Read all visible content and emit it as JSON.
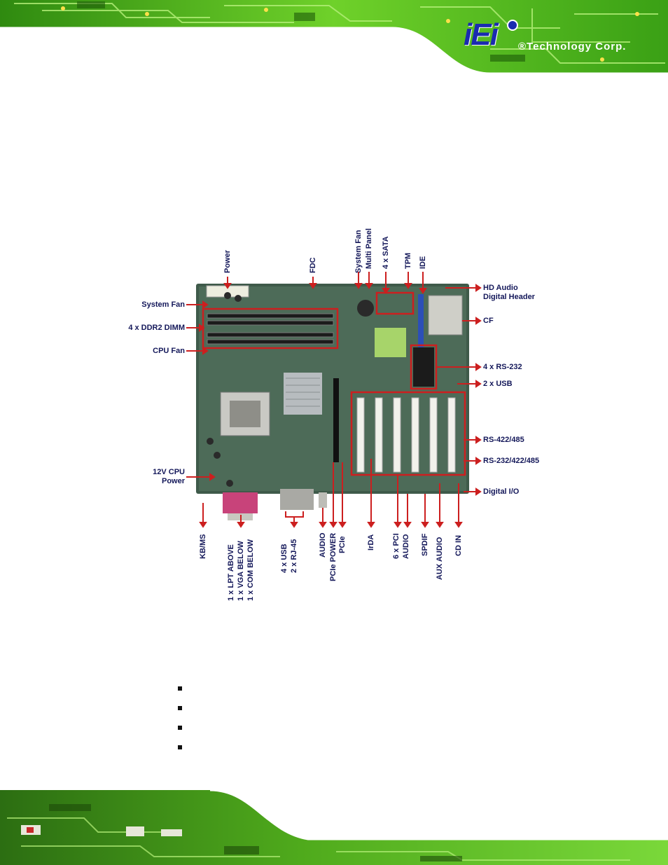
{
  "header": {
    "logo_mark": "iEi",
    "logo_text": "®Technology Corp."
  },
  "figure": {
    "labels_left": {
      "system_fan": "System Fan",
      "ddr2_dimm": "4 x DDR2 DIMM",
      "cpu_fan": "CPU Fan",
      "cpu_power_line1": "12V CPU",
      "cpu_power_line2": "Power"
    },
    "labels_top": {
      "power": "Power",
      "fdc": "FDC",
      "system_fan": "System Fan",
      "multi_panel": "Multi Panel",
      "sata": "4 x SATA",
      "tpm": "TPM",
      "ide": "IDE"
    },
    "labels_right": {
      "hd_audio_line1": "HD Audio",
      "hd_audio_line2": "Digital Header",
      "cf": "CF",
      "rs232": "4 x RS-232",
      "usb2": "2 x USB",
      "rs422": "RS-422/485",
      "rs232_422_485": "RS-232/422/485",
      "digital_io": "Digital I/O"
    },
    "labels_bottom": {
      "kbms": "KB/MS",
      "lpt": "1 x LPT ABOVE",
      "vga": "1 x VGA BELOW",
      "com": "1 x COM BELOW",
      "usb4": "4 x USB",
      "rj45": "2 x RJ-45",
      "audio": "AUDIO",
      "pcie_power": "PCIe POWER",
      "pcie": "PCIe",
      "irda": "IrDA",
      "pci6": "6 x PCI",
      "audio2": "AUDIO",
      "spdif": "SPDIF",
      "aux_audio": "AUX AUDIO",
      "cd_in": "CD IN"
    }
  },
  "colors": {
    "pcb_green": "#5cc21a",
    "board": "#3f5a4a",
    "callout_red": "#cc1f1f",
    "label_navy": "#14185a",
    "logo_blue": "#1a2bb0"
  }
}
